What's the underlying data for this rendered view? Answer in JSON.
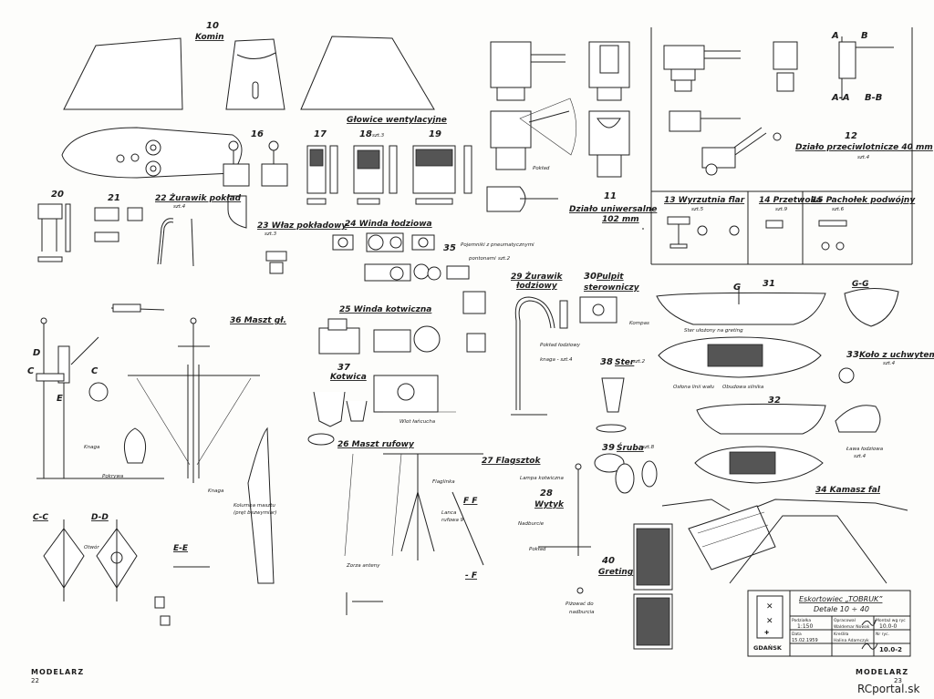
{
  "labels": {
    "komin_num": "10",
    "komin": "Komin",
    "glowice": "Głowice wentylacyjne",
    "n16": "16",
    "n17": "17",
    "n18": "18",
    "n18_szt": "szt.3",
    "n19": "19",
    "n20": "20",
    "n21": "21",
    "zurawik_poklad": "22 Żurawik pokład",
    "zurawik_poklad_szt": "szt.4",
    "wlaz": "23 Właz pokładowy",
    "wlaz_szt": "szt.3",
    "winda_lodziowa": "24 Winda łodziowa",
    "pojemniki_num": "35",
    "pojemniki": "Pojemniki z pneumatycznymi",
    "pojemniki2": "pontonami",
    "pojemniki_szt": "szt.2",
    "dzialo_uniw_num": "11",
    "dzialo_uniw": "Działo uniwersalne",
    "dzialo_uniw_cal": "102 mm",
    "poklad": "Pokład",
    "sec_a": "A",
    "sec_b": "B",
    "sec_aa": "A-A",
    "sec_bb": "B-B",
    "dzialo_plot_num": "12",
    "dzialo_plot": "Działo przeciwlotnicze 40 mm",
    "dzialo_plot_szt": "szt.4",
    "wyrzutnia": "13 Wyrzutnia flar",
    "wyrzutnia_szt": "szt.5",
    "przetwoka": "14 Przetwoka",
    "przetwoka_szt": "szt.9",
    "pacholek": "15 Pachołek podwójny",
    "pacholek_szt": "szt.6",
    "maszt_gl": "36 Maszt gł.",
    "knaga": "Knaga",
    "pokrywa": "Pokrywa",
    "kolumna": "Kolumna masztu",
    "kolumna2": "(pręt bezwymiar)",
    "winda_kotwiczna": "25 Winda kotwiczna",
    "kotwica_num": "37",
    "kotwica": "Kotwica",
    "wlot_lancucha": "Wlot łańcucha",
    "zurawik_lodziowy_num": "29 Żurawik",
    "zurawik_lodziowy": "łodziowy",
    "poklad_lodziowy": "Pokład łodziowy",
    "knaga_szt": "knaga - szt.4",
    "pulpit_num": "30",
    "pulpit": "Pulpit",
    "pulpit2": "sterowniczy",
    "kompas": "Kompas",
    "ster_num": "38",
    "ster": "Ster",
    "ster_szt": "szt.2",
    "n31": "31",
    "g1": "G",
    "gg": "G-G",
    "ster_ulozony": "Ster ułożony na greting",
    "oslona": "Osłona linii wału",
    "obudowa": "Obudowa silnika",
    "kolo_num": "33",
    "kolo": "Koło z uchwytem",
    "kolo_szt": "szt.4",
    "n32": "32",
    "lawa": "Ława łodziowa",
    "lawa_szt": "szt.4",
    "kamasz": "34 Kamasz fal",
    "maszt_rufowy": "26 Maszt rufowy",
    "flagsztok": "27 Flagsztok",
    "flaglinka": "Flaglinka",
    "lampa": "Lampa kotwiczna",
    "lanca": "Lanca",
    "lanca2": "rufowa 9",
    "wytyk_num": "28",
    "wytyk": "Wytyk",
    "naddburcie": "Nadburcie",
    "sruba_num": "39",
    "sruba": "Śruba",
    "sruba_szt": "szt.8",
    "greting_num": "40",
    "greting": "Greting",
    "zorza": "Zorza anteny",
    "pizowac": "Piżować do",
    "nadburcia": "nadburcia",
    "ff": "F   F",
    "minus_f": "- F",
    "cc": "C-C",
    "dd": "D-D",
    "ee": "E-E",
    "otwor": "Otwór",
    "d_lbl": "D",
    "c_lbl": "C",
    "e_lbl": "E",
    "gdansk": "GDAŃSK",
    "footer_left": "MODELARZ",
    "page_left": "22",
    "footer_right": "MODELARZ",
    "page_right": "23",
    "watermark": "RCportal.sk"
  },
  "title_block": {
    "title1": "Eskortowiec „TOBRUK”",
    "title2": "Detale 10 ÷ 40",
    "h_podzialka": "Podziałka",
    "v_podzialka": "1:150",
    "h_opracowal": "Opracowal",
    "v_opracowal": "Waldemar Nowak",
    "h_montaz": "Montaż wg ryc",
    "v_montaz": "10.0-0",
    "h_data": "Data",
    "v_data": "15.02.1959",
    "h_kreslila": "Kreśliła",
    "v_kreslila": "Halina Adamczyk",
    "h_nrryc": "Nr ryc.",
    "v_nrryc": "10.0-2"
  }
}
